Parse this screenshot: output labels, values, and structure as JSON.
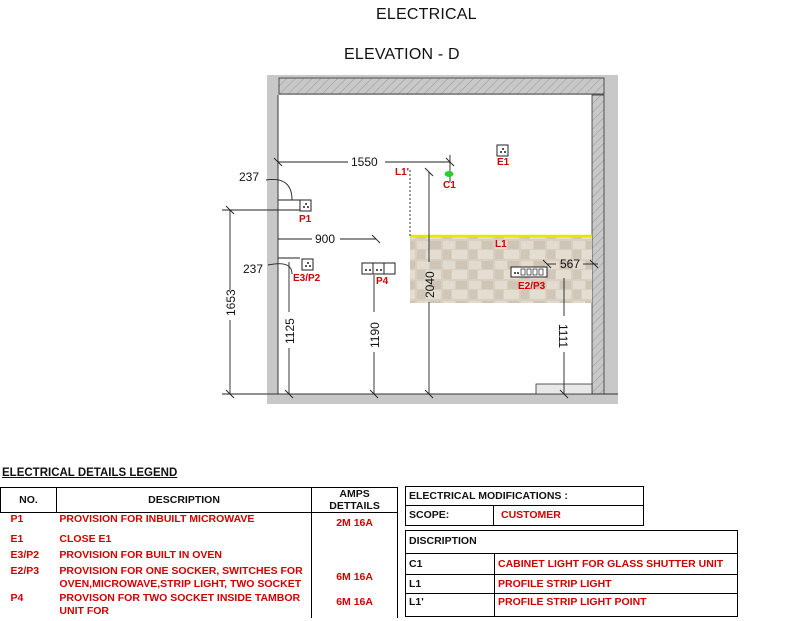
{
  "header": {
    "title": "ELECTRICAL",
    "subtitle": "ELEVATION - D"
  },
  "drawing": {
    "dimensions": {
      "d237_top": "237",
      "d1550": "1550",
      "d900": "900",
      "d237_mid": "237",
      "d1653": "1653",
      "d1125": "1125",
      "d1190": "1190",
      "d2040": "2040",
      "d567": "567",
      "d1111": "1111"
    },
    "labels": {
      "p1": "P1",
      "e3p2": "E3/P2",
      "p4": "P4",
      "l1prime": "L1'",
      "c1": "C1",
      "e1": "E1",
      "l1": "L1",
      "e2p3": "E2/P3"
    },
    "colors": {
      "label_red": "#d40000",
      "wall_grey": "#c8c8c8",
      "strip_yellow": "#e6e600",
      "c1_green": "#2ecc2e",
      "tile": "#d9d1c4"
    }
  },
  "legend": {
    "heading": "ELECTRICAL DETAILS LEGEND",
    "headers": {
      "no": "NO.",
      "description": "DESCRIPTION",
      "amps": "AMPS DETTAILS"
    },
    "rows": [
      {
        "no": "P1",
        "description": "PROVISION FOR INBUILT MICROWAVE",
        "amps": "2M 16A"
      },
      {
        "no": "E1",
        "description": "CLOSE E1",
        "amps": ""
      },
      {
        "no": "E3/P2",
        "description": "PROVISION FOR BUILT IN OVEN",
        "amps": ""
      },
      {
        "no": "E2/P3",
        "description": "PROVISION FOR ONE SOCKER, SWITCHES FOR OVEN,MICROWAVE,STRIP LIGHT, TWO SOCKET",
        "amps": "6M 16A"
      },
      {
        "no": "P4",
        "description": "PROVISON FOR TWO SOCKET INSIDE TAMBOR UNIT FOR",
        "amps": "6M 16A"
      }
    ]
  },
  "modifications": {
    "title": "ELECTRICAL MODIFICATIONS :",
    "scope_label": "SCOPE:",
    "scope_value": "CUSTOMER",
    "discription_label": "DISCRIPTION",
    "items": [
      {
        "code": "C1",
        "text": "CABINET LIGHT FOR GLASS SHUTTER UNIT"
      },
      {
        "code": "L1",
        "text": "PROFILE STRIP LIGHT"
      },
      {
        "code": "L1'",
        "text": "PROFILE STRIP LIGHT POINT"
      }
    ]
  }
}
